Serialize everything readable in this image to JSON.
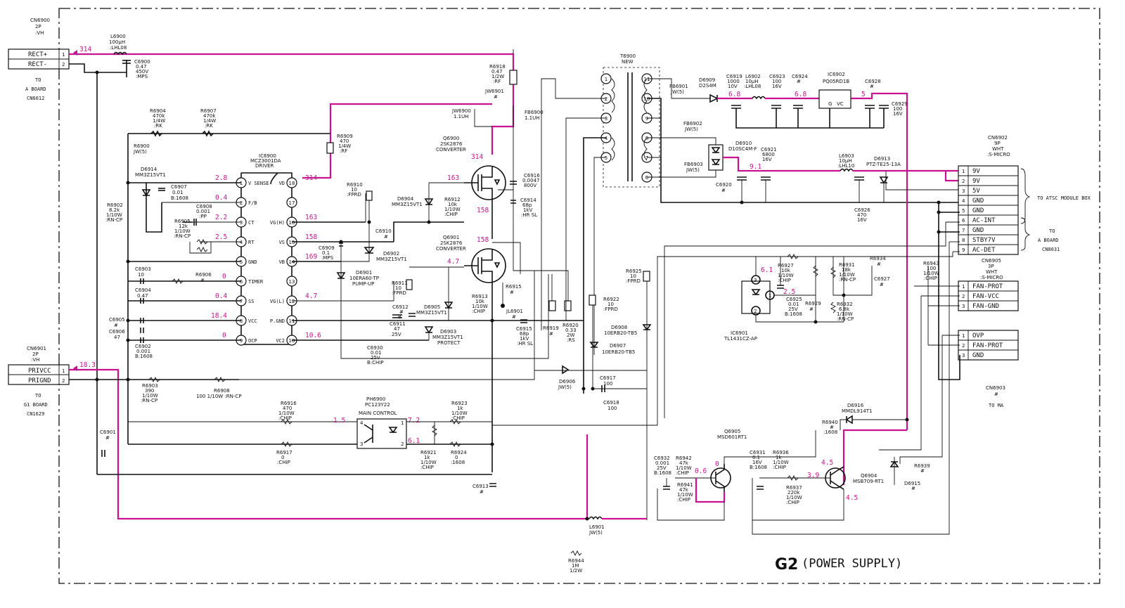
{
  "title": {
    "code": "G2",
    "name": "(POWER SUPPLY)"
  },
  "connectors": {
    "cn6900": {
      "ref": "CN6900",
      "pins": "2P",
      "type": ":VH",
      "rows": [
        {
          "n": "1",
          "name": "RECT+"
        },
        {
          "n": "2",
          "name": "RECT-"
        }
      ],
      "dest": [
        "TO",
        "A BOARD",
        "CN6012"
      ]
    },
    "cn6901": {
      "ref": "CN6901",
      "pins": "2P",
      "type": ":VH",
      "rows": [
        {
          "n": "1",
          "name": "PRIVCC"
        },
        {
          "n": "2",
          "name": "PRIGND"
        }
      ],
      "dest": [
        "TO",
        "G1 BOARD",
        "CN1629"
      ]
    },
    "cn6902": {
      "ref": "CN6902",
      "pins": "9P",
      "color": "WHT",
      "type": ":S-MICRO",
      "rows": [
        {
          "n": "1",
          "name": "9V"
        },
        {
          "n": "2",
          "name": "9V"
        },
        {
          "n": "3",
          "name": "5V"
        },
        {
          "n": "4",
          "name": "GND"
        },
        {
          "n": "5",
          "name": "GND"
        },
        {
          "n": "6",
          "name": "AC-INT"
        },
        {
          "n": "7",
          "name": "GND"
        },
        {
          "n": "8",
          "name": "STBY7V"
        },
        {
          "n": "9",
          "name": "AC-DET"
        }
      ],
      "dest1": "TO ATSC MODULE BOX",
      "dest2": [
        "TO",
        "A BOARD",
        "CN8031"
      ]
    },
    "cn6905": {
      "ref": "CN6905",
      "pins": "3P",
      "color": "WHT",
      "type": ":S-MICRO",
      "rows": [
        {
          "n": "1",
          "name": "FAN-PROT"
        },
        {
          "n": "2",
          "name": "FAN-VCC"
        },
        {
          "n": "3",
          "name": "FAN-GND"
        }
      ]
    },
    "cn6903": {
      "ref": "CN6903",
      "mark": "#",
      "dest": "TO MA",
      "rows": [
        {
          "n": "1",
          "name": "OVP"
        },
        {
          "n": "2",
          "name": "FAN-PROT"
        },
        {
          "n": "3",
          "name": "GND"
        }
      ]
    }
  },
  "ic6900": {
    "ref": "IC6900",
    "part": "MCZ3001DA",
    "role": "DRIVER",
    "left": [
      {
        "n": "1",
        "name": "V SENSE"
      },
      {
        "n": "2",
        "name": "F/B"
      },
      {
        "n": "3",
        "name": "CT"
      },
      {
        "n": "4",
        "name": "RT"
      },
      {
        "n": "5",
        "name": "GND"
      },
      {
        "n": "6",
        "name": "TIMER"
      },
      {
        "n": "7",
        "name": "SS"
      },
      {
        "n": "8",
        "name": "VCC"
      },
      {
        "n": "9",
        "name": "OCP"
      }
    ],
    "right": [
      {
        "n": "18",
        "name": "VD"
      },
      {
        "n": "17",
        "name": ""
      },
      {
        "n": "16",
        "name": "VG(H)"
      },
      {
        "n": "15",
        "name": "VS"
      },
      {
        "n": "14",
        "name": "VB"
      },
      {
        "n": "13",
        "name": ""
      },
      {
        "n": "12",
        "name": "VG(L)"
      },
      {
        "n": "11",
        "name": "P.GND"
      },
      {
        "n": "10",
        "name": "VC2"
      }
    ]
  },
  "components": {
    "l6900": [
      "L6900",
      "100µH",
      ":LHL08"
    ],
    "c6900": [
      "C6900",
      "0.47",
      "450V",
      ":MPS"
    ],
    "r6904": [
      "R6904",
      "470k",
      "1/4W",
      ":RK"
    ],
    "r6907": [
      "R6907",
      "470k",
      "1/4W",
      ":RK"
    ],
    "r6900": [
      "R6900",
      "JW(5)"
    ],
    "r6909": [
      "R6909",
      "470",
      "1/4W",
      ":RF"
    ],
    "r6918": [
      "R6918",
      "0.47",
      "1/2W",
      ":RF"
    ],
    "jw6901": [
      "JW6901",
      "#"
    ],
    "jw6900": [
      "JW6900",
      "1.1UH"
    ],
    "fb6900": [
      "FB6900",
      "1.1UH"
    ],
    "q6900": [
      "Q6900",
      "2SK2876",
      "CONVERTER"
    ],
    "q6901": [
      "Q6901",
      "2SK2876",
      "CONVERTER"
    ],
    "d6914": [
      "D6914",
      "MM3Z15VT1"
    ],
    "c6907": [
      "C6907",
      "0.01",
      "B:1608"
    ],
    "r6902": [
      "R6902",
      "8.2k",
      "1/10W",
      ":RN-CP"
    ],
    "c6908": [
      "C6908",
      "0.001",
      ":PP"
    ],
    "r6905": [
      "R6905",
      "12k",
      "1/10W",
      ":RN-CP"
    ],
    "c6903": [
      "C6903",
      "10"
    ],
    "r6906": [
      "R6906",
      "#"
    ],
    "c6904": [
      "C6904",
      "0.47"
    ],
    "c6905": [
      "C6905",
      "#"
    ],
    "c6906": [
      "C6906",
      "47"
    ],
    "c6902": [
      "C6902",
      "0.001",
      "B:1608"
    ],
    "r6910": [
      "R6910",
      "10",
      ":FPRD"
    ],
    "d6904": [
      "D6904",
      "MM3Z15VT1"
    ],
    "r6912": [
      "R6912",
      "10k",
      "1/10W",
      ":CHIP"
    ],
    "c6910": [
      "C6910",
      "#"
    ],
    "c6909": [
      "C6909",
      "0.1",
      ":MPS"
    ],
    "d6902": [
      "D6902",
      "MM3Z15VT1"
    ],
    "d6901": [
      "D6901",
      "10ERA60-TP",
      "PUMP-UP"
    ],
    "r6911": [
      "R6911",
      "10",
      ":FPRD"
    ],
    "c6912": [
      "C6912",
      "#",
      "B"
    ],
    "d6905": [
      "D6905",
      "MM3Z15VT1"
    ],
    "c6911": [
      "C6911",
      "47",
      "25V"
    ],
    "d6903": [
      "D6903",
      "MM3Z15VT1",
      "PROTECT"
    ],
    "r6913": [
      "R6913",
      "10k",
      "1/10W",
      ":CHIP"
    ],
    "r6915": [
      "R6915",
      "#"
    ],
    "jl6901": [
      "JL6901",
      "#"
    ],
    "c6916": [
      "C6916",
      "0.0047",
      "800V"
    ],
    "c6914": [
      "C6914",
      "68p",
      "1kV",
      ":HR SL"
    ],
    "c6915": [
      "C6915",
      "68p",
      "1kV",
      ":HR SL"
    ],
    "r6919": [
      "R6919",
      "#"
    ],
    "r6920": [
      "R6920",
      "0.33",
      "2W",
      ":RS"
    ],
    "c6930": [
      "C6930",
      "0.01",
      "25V",
      "B:CHIP"
    ],
    "t6900": [
      "T6900",
      "NEW"
    ],
    "fb6901": [
      "FB6901",
      "JW(5)"
    ],
    "fb6902": [
      "FB6902",
      "JW(5)"
    ],
    "fb6903": [
      "FB6903",
      "JW(5)"
    ],
    "d6909": [
      "D6909",
      "D2S4M"
    ],
    "c6919": [
      "C6919",
      "1000",
      "10V"
    ],
    "l6902": [
      "L6902",
      "10µH",
      ":LHL08"
    ],
    "c6923": [
      "C6923",
      "100",
      "16V"
    ],
    "c6924": [
      "C6924",
      "#"
    ],
    "ic6902": [
      "IC6902",
      "PQ05RD1B"
    ],
    "c6928": [
      "C6928",
      "#"
    ],
    "c6929": [
      "C6929",
      "100",
      "16V"
    ],
    "d6910": [
      "D6910",
      "D10SC4M-F"
    ],
    "c6921": [
      "C6921",
      "6800",
      "16V"
    ],
    "l6903": [
      "L6903",
      "10µH",
      ":LHL10"
    ],
    "d6913": [
      "D6913",
      "PTZ-TE25-13A"
    ],
    "c6920": [
      "C6920",
      "#"
    ],
    "c6926": [
      "C6926",
      "470",
      "16V"
    ],
    "r6925": [
      "R6925",
      "10",
      ":FPRD"
    ],
    "r6922": [
      "R6922",
      "10",
      ":FPRD"
    ],
    "d6908": [
      "D6908",
      "10ERB20-TB5"
    ],
    "d6907": [
      "D6907",
      "10ERB20-TB5"
    ],
    "d6906": [
      "D6906",
      "JW(5)"
    ],
    "c6917": [
      "C6917",
      "100"
    ],
    "c6918": [
      "C6918",
      "100"
    ],
    "ic6901": [
      "IC6901",
      "TL1431CZ-AP"
    ],
    "r6927": [
      "R6927",
      "10k",
      "1/10W",
      ":CHIP"
    ],
    "c6925": [
      "C6925",
      "0.01",
      "25V",
      "B:1608"
    ],
    "r6929": [
      "R6929",
      "#"
    ],
    "r6931": [
      "R6931",
      "18k",
      "1/10W",
      ":RN-CP"
    ],
    "r6932": [
      "R6932",
      "6.8k",
      "1/10W",
      ":RN-CP"
    ],
    "r6934": [
      "R6934",
      "#"
    ],
    "c6927": [
      "C6927",
      "#"
    ],
    "r6943": [
      "R6943",
      "100",
      "1/10W",
      ":CHIP"
    ],
    "r6903": [
      "R6903",
      "390",
      "1/10W",
      ":RN-CP"
    ],
    "r6908": [
      "R6908",
      "100 1/10W :RN-CP"
    ],
    "r6916": [
      "R6916",
      "470",
      "1/10W",
      ":CHIP"
    ],
    "ph6900": [
      "PH6900",
      "PC123Y22",
      "MAIN CONTROL"
    ],
    "r6923": [
      "R6923",
      "1k",
      "1/10W",
      ":CHIP"
    ],
    "r6917": [
      "R6917",
      "0",
      ":CHIP"
    ],
    "r6921": [
      "R6921",
      "1k",
      "1/10W",
      ":CHIP"
    ],
    "r6924": [
      "R6924",
      "0",
      ":1608"
    ],
    "c6913": [
      "C6913",
      "#"
    ],
    "c6901": [
      "C6901",
      "#"
    ],
    "l6901": [
      "L6901",
      "JW(5)"
    ],
    "r6944": [
      "R6944",
      "1M",
      "1/2W"
    ],
    "d6916": [
      "D6916",
      "MMDL914T1"
    ],
    "r6940": [
      "R6940",
      "#",
      ":1608"
    ],
    "q6905": [
      "Q6905",
      "MSD601RT1"
    ],
    "q6904": [
      "Q6904",
      "MSB709-RT1"
    ],
    "c6932": [
      "C6932",
      "0.001",
      "25V",
      "B:1608"
    ],
    "r6942": [
      "R6942",
      "47k",
      "1/10W",
      ":CHIP"
    ],
    "r6941": [
      "R6941",
      "47k",
      "1/10W",
      ":CHIP"
    ],
    "c6931": [
      "C6931",
      "0.1",
      "16V",
      "B:1608"
    ],
    "r6936": [
      "R6936",
      "1k",
      "1/10W",
      ":CHIP"
    ],
    "r6937": [
      "R6937",
      "220k",
      "1/10W",
      ":CHIP"
    ],
    "r6939": [
      "R6939",
      "#"
    ],
    "d6915": [
      "D6915",
      "#"
    ]
  },
  "voltages": {
    "rect": "314",
    "p1": "2.8",
    "p2": "0.4",
    "p3": "2.2",
    "p4": "2.5",
    "p6": "0",
    "p7": "0.4",
    "p8": "18.4",
    "p9": "0",
    "p18": "314",
    "p16": "163",
    "p15": "158",
    "p14": "169",
    "p12": "4.7",
    "p10": "10.6",
    "q6900g": "163",
    "q6900d": "314",
    "q6900s": "158",
    "q6901d": "158",
    "q6901g": "4.7",
    "out68": "6.8",
    "out68b": "6.8",
    "out5": "5",
    "out91": "9.1",
    "ic6901a": "6.1",
    "ic6901b": "2.5",
    "privcc": "18.3",
    "ph1": "1.5",
    "ph2": "7.2",
    "ph3": "6.1",
    "q6905": "0",
    "q6905b": "0.6",
    "q6904a": "4.5",
    "q6904b": "3.9",
    "q6904c": "4.5"
  }
}
